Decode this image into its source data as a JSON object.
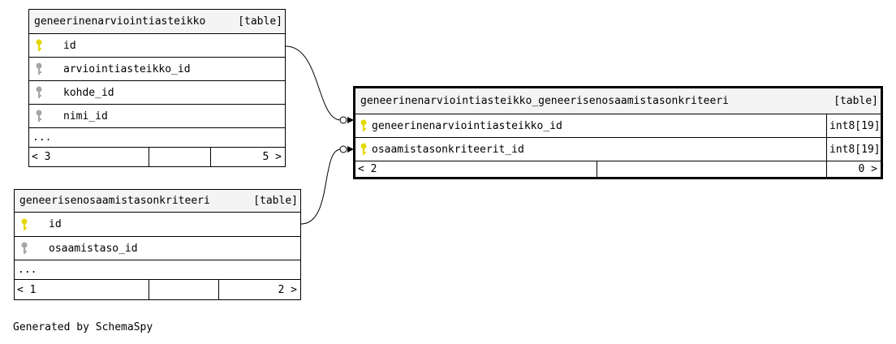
{
  "tables": {
    "t1": {
      "name": "geneerinenarviointiasteikko",
      "kind": "[table]",
      "columns": [
        {
          "name": "id",
          "key": "primary"
        },
        {
          "name": "arviointiasteikko_id",
          "key": "foreign"
        },
        {
          "name": "kohde_id",
          "key": "foreign"
        },
        {
          "name": "nimi_id",
          "key": "foreign"
        }
      ],
      "more": "...",
      "parents": "< 3",
      "children": "5 >"
    },
    "t2": {
      "name": "geneerisenosaamistasonkriteeri",
      "kind": "[table]",
      "columns": [
        {
          "name": "id",
          "key": "primary"
        },
        {
          "name": "osaamistaso_id",
          "key": "foreign"
        }
      ],
      "more": "...",
      "parents": "< 1",
      "children": "2 >"
    },
    "t3": {
      "name": "geneerinenarviointiasteikko_geneerisenosaamistasonkriteeri",
      "kind": "[table]",
      "columns": [
        {
          "name": "geneerinenarviointiasteikko_id",
          "type": "int8[19]",
          "key": "primary"
        },
        {
          "name": "osaamistasonkriteerit_id",
          "type": "int8[19]",
          "key": "primary"
        }
      ],
      "parents": "< 2",
      "children": "0 >"
    }
  },
  "credit": "Generated by SchemaSpy",
  "colors": {
    "primary_key": "#e5d900",
    "foreign_key": "#a6a6a6",
    "header_bg": "#f4f4f4"
  }
}
